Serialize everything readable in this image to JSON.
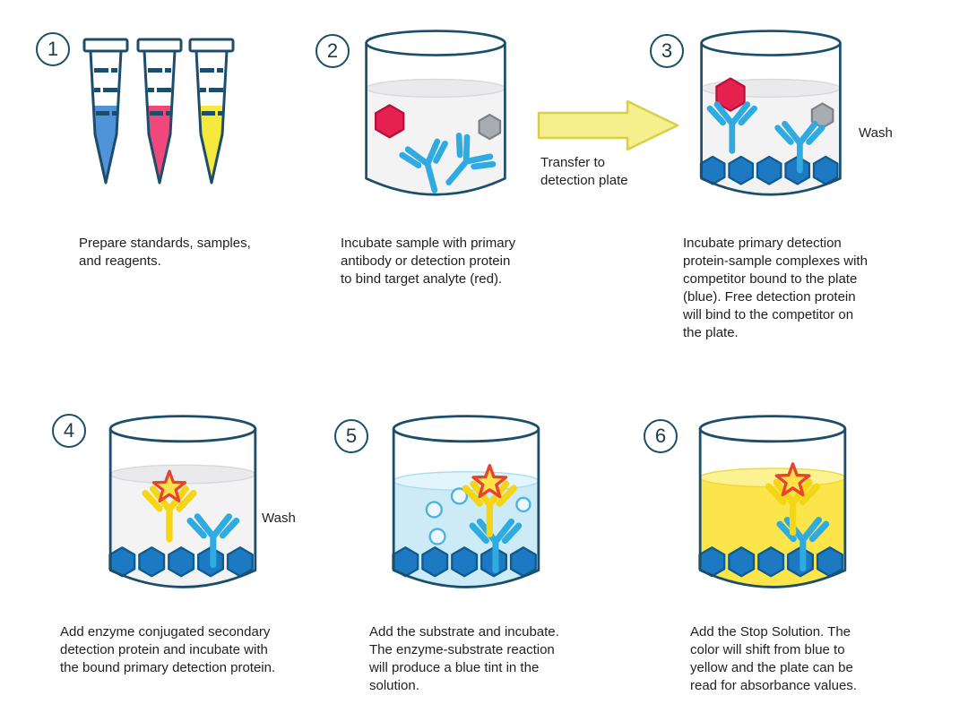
{
  "steps": [
    {
      "number": "1",
      "caption": "Prepare standards, samples,\nand reagents."
    },
    {
      "number": "2",
      "caption": "Incubate sample with primary\nantibody or detection protein\nto bind target analyte (red)."
    },
    {
      "number": "3",
      "caption": "Incubate primary detection\nprotein-sample complexes with\ncompetitor bound to the plate\n(blue). Free detection protein\nwill bind to the competitor on\nthe plate.",
      "side_label": "Wash"
    },
    {
      "number": "4",
      "caption": "Add enzyme conjugated secondary\ndetection protein and incubate with\nthe bound primary detection protein.",
      "side_label": "Wash"
    },
    {
      "number": "5",
      "caption": "Add the substrate and incubate.\nThe enzyme-substrate reaction\nwill produce a blue tint in the\nsolution."
    },
    {
      "number": "6",
      "caption": "Add the Stop Solution. The\ncolor will shift from blue to\nyellow and the plate can be\nread for absorbance values."
    }
  ],
  "transfer_arrow": {
    "label": "Transfer to\ndetection plate"
  },
  "colors": {
    "outline_navy": "#1c4e6b",
    "antibody_blue": "#2fabe1",
    "antibody_yellow": "#f5d616",
    "plate_hexagon_blue": "#1d79c1",
    "analyte_red": "#e6204f",
    "competitor_gray": "#a9adb2",
    "enzyme_star_fill": "#ffe14b",
    "enzyme_star_stroke": "#e8432d",
    "substrate_blue_liquid": "#cdebf7",
    "stop_solution_yellow": "#fbe54a",
    "tube_blue": "#4f93d8",
    "tube_pink": "#f0487c",
    "tube_yellow": "#f6e93d",
    "arrow_yellow": "#f6ef8e"
  }
}
